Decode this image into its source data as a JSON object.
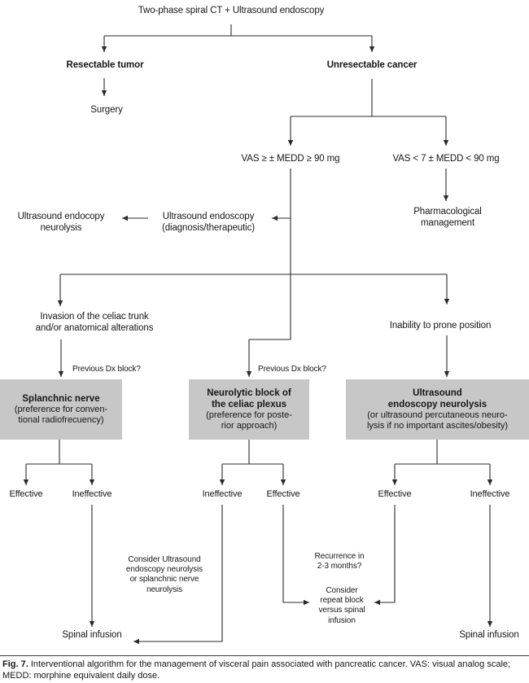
{
  "colors": {
    "box_fill": "#c7c7c7",
    "line": "#2b2b2b"
  },
  "flowchart": {
    "title": "Two-phase spiral CT + Ultrasound endoscopy",
    "resectable": "Resectable tumor",
    "unresectable": "Unresectable cancer",
    "surgery": "Surgery",
    "vas_high": "VAS ≥ ± MEDD ≥ 90 mg",
    "vas_low": "VAS < 7 ± MEDD < 90 mg",
    "us_neurolysis": "Ultrasound endocopy\nneurolysis",
    "us_diagnostic": "Ultrasound endoscopy\n(diagnosis/therapeutic)",
    "pharmacological": "Pharmacological\nmanagement",
    "invasion": "Invasion of the celiac trunk\nand/or anatomical alterations",
    "inability": "Inability to prone position",
    "previous_dx_left": "Previous Dx block?",
    "previous_dx_mid": "Previous Dx block?",
    "box_splanchnic": {
      "title": "Splanchnic nerve",
      "sub": "(preference for conven-\ntional radiofrecuency)"
    },
    "box_neurolytic": {
      "title": "Neurolytic block of\nthe celiac plexus",
      "sub": "(preference for poste-\nrior approach)"
    },
    "box_ultrasound": {
      "title": "Ultrasound\nendoscopy neurolysis",
      "sub": "(or ultrasound percutaneous neuro-\nlysis if no important ascites/obesity)"
    },
    "outcomes": {
      "left_effective": "Effective",
      "left_ineffective": "Ineffective",
      "mid_ineffective": "Ineffective",
      "mid_effective": "Effective",
      "right_effective": "Effective",
      "right_ineffective": "Ineffective"
    },
    "consider_us": "Consider Ultrasound\nendoscopy neurolysis\nor splanchnic nerve\nneurolysis",
    "recurrence": "Recurrence in\n2-3 months?",
    "consider_repeat": "Consider\nrepeat block\nversus spinal\ninfusion",
    "spinal_left": "Spinal infusion",
    "spinal_right": "Spinal infusion"
  },
  "caption": {
    "label": "Fig. 7.",
    "text": "Interventional algorithm for the management of visceral pain associated with pancreatic cancer. VAS: visual analog scale; MEDD: morphine equivalent daily dose."
  }
}
